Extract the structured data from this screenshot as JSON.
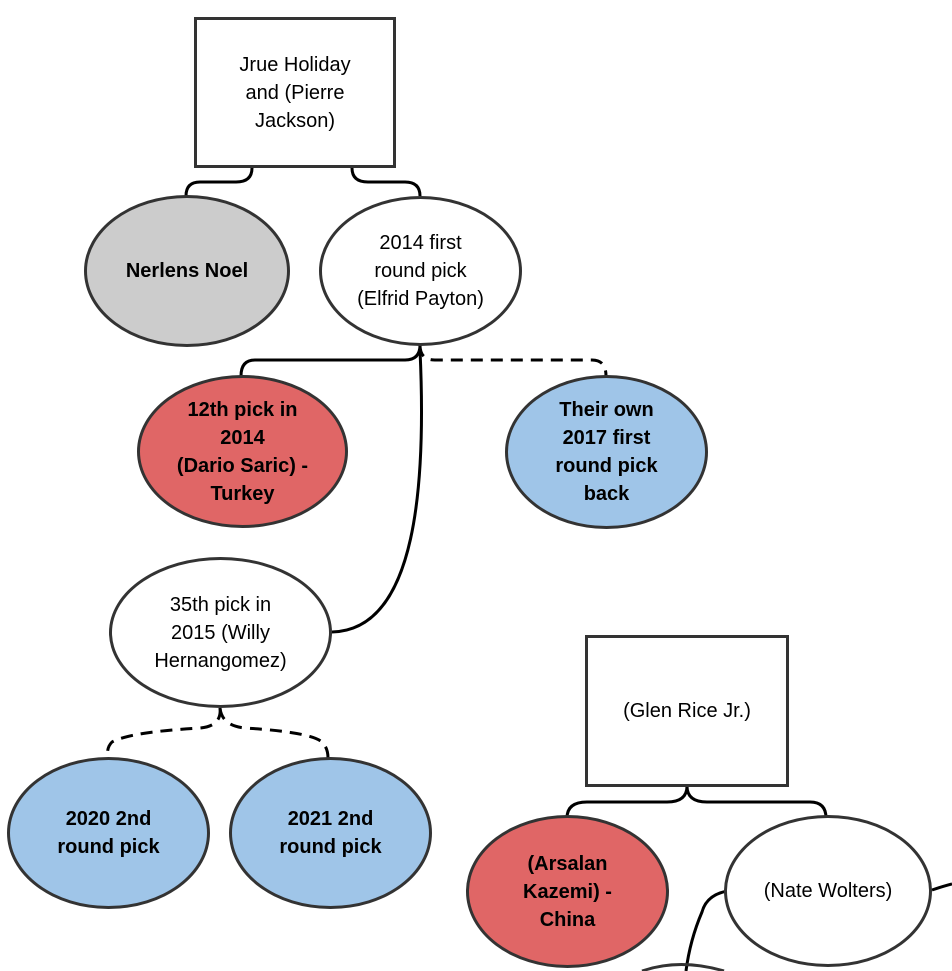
{
  "colors": {
    "stroke": "#333333",
    "gray": "#cccccc",
    "red": "#e06666",
    "blue": "#9fc5e8",
    "white": "#ffffff"
  },
  "nodes": {
    "holiday": "Jrue Holiday\nand (Pierre\nJackson)",
    "noel": "Nerlens Noel",
    "first_2014": "2014 first\nround pick\n(Elfrid Payton)",
    "saric": "12th pick in\n2014\n(Dario Saric) -\nTurkey",
    "own_2017": "Their own\n2017 first\nround pick\nback",
    "hernangomez": "35th pick in\n2015  (Willy\nHernangomez)",
    "second_2020": "2020 2nd\nround pick",
    "second_2021": "2021 2nd\nround pick",
    "rice": "(Glen Rice Jr.)",
    "kazemi": "(Arsalan\nKazemi) -\nChina",
    "wolters": "(Nate Wolters)"
  }
}
